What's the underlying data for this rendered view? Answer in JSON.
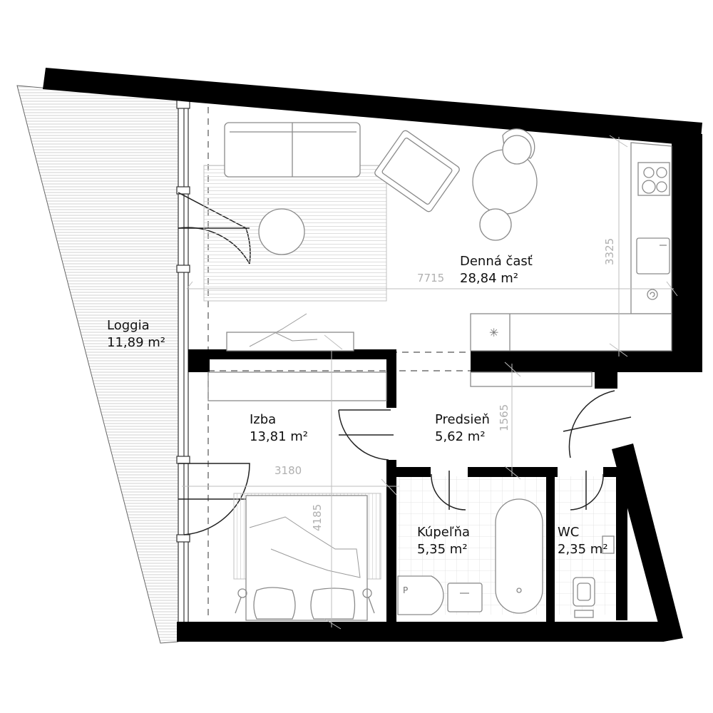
{
  "rooms": {
    "loggia": {
      "name": "Loggia",
      "area": "11,89 m²"
    },
    "denna": {
      "name": "Denná časť",
      "area": "28,84 m²"
    },
    "izba": {
      "name": "Izba",
      "area": "13,81 m²"
    },
    "predsien": {
      "name": "Predsieň",
      "area": "5,62 m²"
    },
    "kupelna": {
      "name": "Kúpeľňa",
      "area": "5,35 m²"
    },
    "wc": {
      "name": "WC",
      "area": "2,35 m²"
    }
  },
  "dimensions": {
    "denna_width": "7715",
    "denna_depth": "3325",
    "predsien_depth": "1565",
    "izba_width": "3180",
    "izba_depth": "4185"
  },
  "colors": {
    "wall": "#000000",
    "furniture_line": "#8a8a8a",
    "dimension_line": "#bdbdbd",
    "hatch": "#c4c4c4",
    "tile_grid": "#dcdcdc"
  }
}
